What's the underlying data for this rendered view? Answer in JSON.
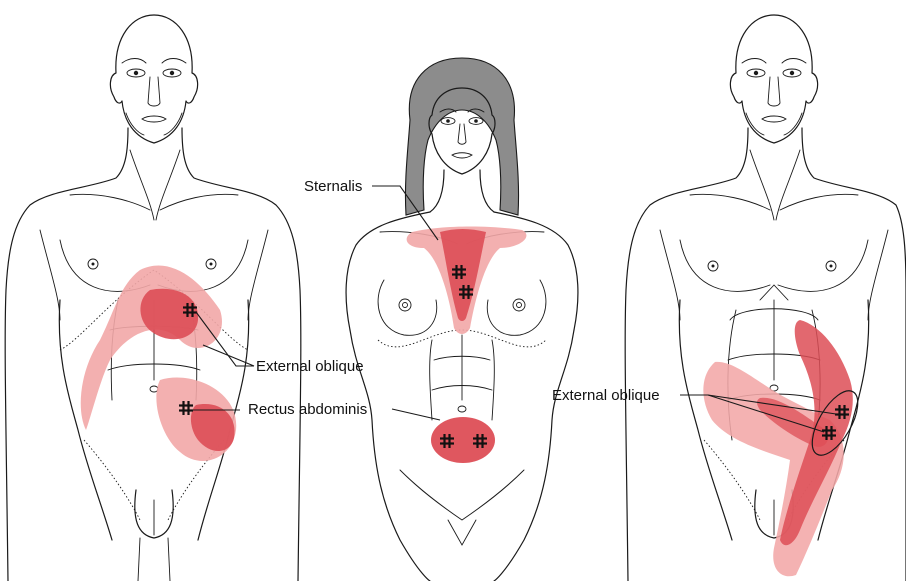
{
  "labels": {
    "sternalis": "Sternalis",
    "external_oblique_center": "External oblique",
    "rectus_abdominis": "Rectus abdominis",
    "external_oblique_right": "External oblique"
  },
  "colors": {
    "referred_pain_light": "#f2a7a7",
    "referred_pain_dark": "#dd4e56",
    "line": "#1a1a1a",
    "hair": "#8c8c8c"
  },
  "icons": [
    "trigger-point-hash-icon"
  ]
}
